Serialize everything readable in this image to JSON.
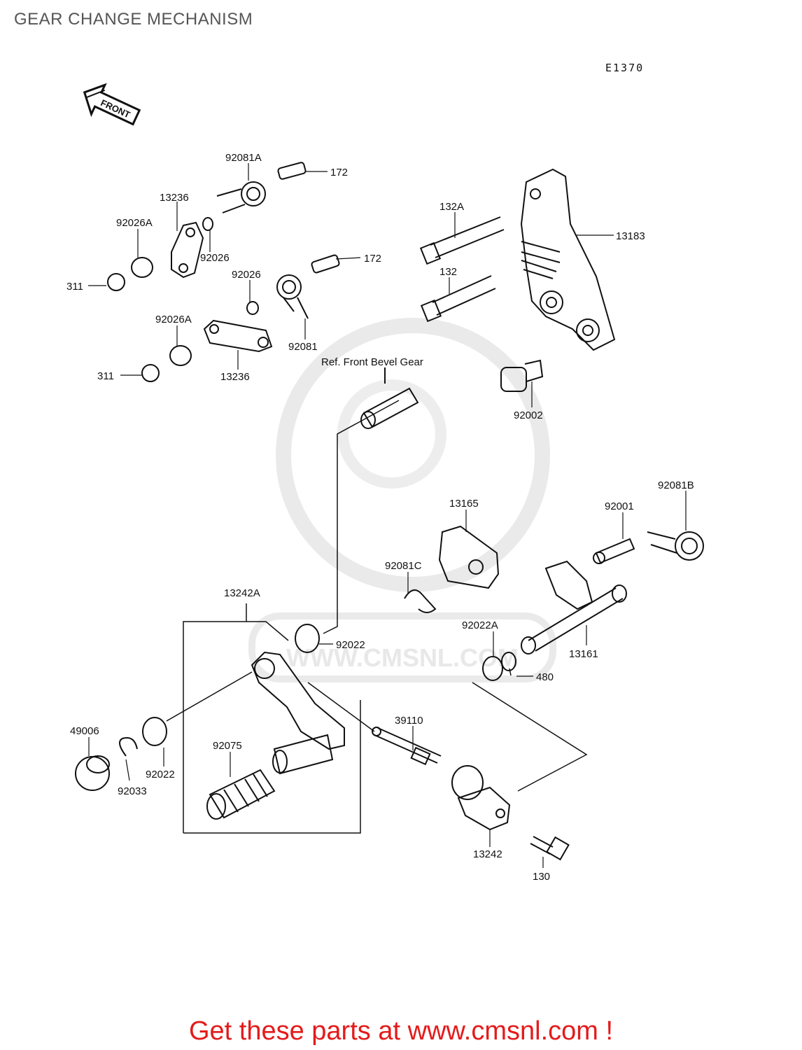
{
  "title": "GEAR CHANGE MECHANISM",
  "diagram_code": "E1370",
  "front_arrow_label": "FRONT",
  "ref_note": "Ref. Front Bevel Gear",
  "watermark": "WWW.CMSNL.COM",
  "promo": "Get these parts at www.cmsnl.com !",
  "colors": {
    "promo": "#e41b1b",
    "line": "#111111",
    "watermark": "#e6e6e6"
  },
  "parts": [
    {
      "id": "92081A"
    },
    {
      "id": "172"
    },
    {
      "id": "13236"
    },
    {
      "id": "92026A"
    },
    {
      "id": "92026"
    },
    {
      "id": "311"
    },
    {
      "id": "172"
    },
    {
      "id": "92026"
    },
    {
      "id": "92026A"
    },
    {
      "id": "311"
    },
    {
      "id": "13236"
    },
    {
      "id": "92081"
    },
    {
      "id": "132A"
    },
    {
      "id": "13183"
    },
    {
      "id": "132"
    },
    {
      "id": "92002"
    },
    {
      "id": "92081B"
    },
    {
      "id": "92001"
    },
    {
      "id": "13165"
    },
    {
      "id": "92081C"
    },
    {
      "id": "13242A"
    },
    {
      "id": "92022"
    },
    {
      "id": "92022A"
    },
    {
      "id": "13161"
    },
    {
      "id": "480"
    },
    {
      "id": "49006"
    },
    {
      "id": "92033"
    },
    {
      "id": "92022"
    },
    {
      "id": "92075"
    },
    {
      "id": "39110"
    },
    {
      "id": "13242"
    },
    {
      "id": "130"
    }
  ]
}
